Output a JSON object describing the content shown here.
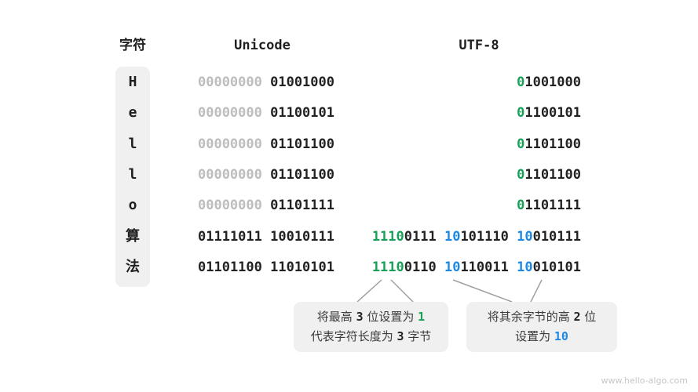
{
  "header": {
    "char_label": "字符",
    "unicode_label": "Unicode",
    "utf8_label": "UTF-8"
  },
  "rows": [
    {
      "char": "H",
      "unicode": [
        {
          "t": "00000000 ",
          "c": "gray"
        },
        {
          "t": "01001000",
          "c": "dark"
        }
      ],
      "utf8": [
        {
          "t": "0",
          "c": "green"
        },
        {
          "t": "1001000",
          "c": "dark"
        }
      ]
    },
    {
      "char": "e",
      "unicode": [
        {
          "t": "00000000 ",
          "c": "gray"
        },
        {
          "t": "01100101",
          "c": "dark"
        }
      ],
      "utf8": [
        {
          "t": "0",
          "c": "green"
        },
        {
          "t": "1100101",
          "c": "dark"
        }
      ]
    },
    {
      "char": "l",
      "unicode": [
        {
          "t": "00000000 ",
          "c": "gray"
        },
        {
          "t": "01101100",
          "c": "dark"
        }
      ],
      "utf8": [
        {
          "t": "0",
          "c": "green"
        },
        {
          "t": "1101100",
          "c": "dark"
        }
      ]
    },
    {
      "char": "l",
      "unicode": [
        {
          "t": "00000000 ",
          "c": "gray"
        },
        {
          "t": "01101100",
          "c": "dark"
        }
      ],
      "utf8": [
        {
          "t": "0",
          "c": "green"
        },
        {
          "t": "1101100",
          "c": "dark"
        }
      ]
    },
    {
      "char": "o",
      "unicode": [
        {
          "t": "00000000 ",
          "c": "gray"
        },
        {
          "t": "01101111",
          "c": "dark"
        }
      ],
      "utf8": [
        {
          "t": "0",
          "c": "green"
        },
        {
          "t": "1101111",
          "c": "dark"
        }
      ]
    },
    {
      "char": "算",
      "unicode": [
        {
          "t": "01111011 10010111",
          "c": "dark"
        }
      ],
      "utf8": [
        {
          "t": "1110",
          "c": "green"
        },
        {
          "t": "0111 ",
          "c": "dark"
        },
        {
          "t": "10",
          "c": "blue"
        },
        {
          "t": "101110 ",
          "c": "dark"
        },
        {
          "t": "10",
          "c": "blue"
        },
        {
          "t": "010111",
          "c": "dark"
        }
      ]
    },
    {
      "char": "法",
      "unicode": [
        {
          "t": "01101100 11010101",
          "c": "dark"
        }
      ],
      "utf8": [
        {
          "t": "1110",
          "c": "green"
        },
        {
          "t": "0110 ",
          "c": "dark"
        },
        {
          "t": "10",
          "c": "blue"
        },
        {
          "t": "110011 ",
          "c": "dark"
        },
        {
          "t": "10",
          "c": "blue"
        },
        {
          "t": "010101",
          "c": "dark"
        }
      ]
    }
  ],
  "callouts": {
    "left": {
      "line1": [
        {
          "t": "将最高 ",
          "c": "default"
        },
        {
          "t": "3",
          "c": "num"
        },
        {
          "t": " 位设置为 ",
          "c": "default"
        },
        {
          "t": "1",
          "c": "green"
        }
      ],
      "line2": [
        {
          "t": "代表字符长度为 ",
          "c": "default"
        },
        {
          "t": "3",
          "c": "num"
        },
        {
          "t": " 字节",
          "c": "default"
        }
      ]
    },
    "right": {
      "line1": [
        {
          "t": "将其余字节的高 ",
          "c": "default"
        },
        {
          "t": "2",
          "c": "num"
        },
        {
          "t": " 位",
          "c": "default"
        }
      ],
      "line2": [
        {
          "t": "设置为 ",
          "c": "default"
        },
        {
          "t": "10",
          "c": "blue"
        }
      ]
    }
  },
  "watermark": "www.hello-algo.com",
  "colors": {
    "green": "#18A058",
    "blue": "#1E88E5",
    "bit_gray": "#BDBDBD",
    "text_dark": "#222222",
    "panel_gray": "#F0F0F0",
    "connector_gray": "#A0A0A0"
  }
}
